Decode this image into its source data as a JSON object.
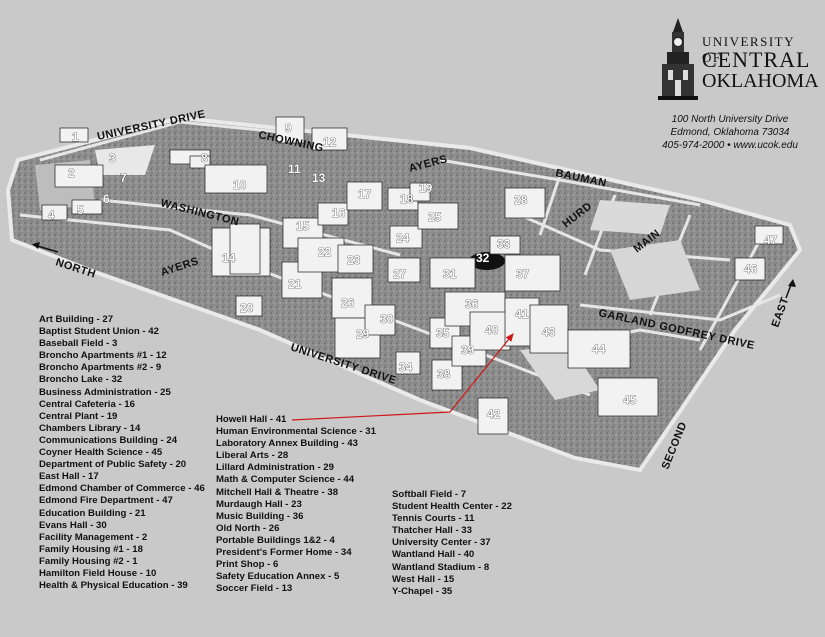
{
  "logo": {
    "line1": "UNIVERSITY OF",
    "line2": "CENTRAL",
    "line3": "OKLAHOMA"
  },
  "address": {
    "street": "100 North University Drive",
    "city": "Edmond, Oklahoma 73034",
    "contact": "405-974-2000 • www.ucok.edu"
  },
  "streets": {
    "university_drive_top": "UNIVERSITY DRIVE",
    "chowning": "CHOWNING",
    "ayers_top": "AYERS",
    "bauman": "BAUMAN",
    "washington": "WASHINGTON",
    "hurd": "HURD",
    "main": "MAIN",
    "north": "NORTH",
    "ayers_left": "AYERS",
    "east": "EAST",
    "garland_godfrey": "GARLAND GODFREY DRIVE",
    "university_drive_bottom": "UNIVERSITY DRIVE",
    "second": "SECOND"
  },
  "buildings": [
    {
      "num": "1"
    },
    {
      "num": "2"
    },
    {
      "num": "3"
    },
    {
      "num": "4"
    },
    {
      "num": "5"
    },
    {
      "num": "6"
    },
    {
      "num": "7"
    },
    {
      "num": "8"
    },
    {
      "num": "9"
    },
    {
      "num": "10"
    },
    {
      "num": "11"
    },
    {
      "num": "12"
    },
    {
      "num": "13"
    },
    {
      "num": "14"
    },
    {
      "num": "15"
    },
    {
      "num": "16"
    },
    {
      "num": "17"
    },
    {
      "num": "18"
    },
    {
      "num": "19"
    },
    {
      "num": "20"
    },
    {
      "num": "21"
    },
    {
      "num": "22"
    },
    {
      "num": "23"
    },
    {
      "num": "24"
    },
    {
      "num": "25"
    },
    {
      "num": "26"
    },
    {
      "num": "27"
    },
    {
      "num": "28"
    },
    {
      "num": "29"
    },
    {
      "num": "30"
    },
    {
      "num": "31"
    },
    {
      "num": "32"
    },
    {
      "num": "33"
    },
    {
      "num": "34"
    },
    {
      "num": "35"
    },
    {
      "num": "36"
    },
    {
      "num": "37"
    },
    {
      "num": "38"
    },
    {
      "num": "39"
    },
    {
      "num": "40"
    },
    {
      "num": "41"
    },
    {
      "num": "42"
    },
    {
      "num": "43"
    },
    {
      "num": "44"
    },
    {
      "num": "45"
    },
    {
      "num": "46"
    },
    {
      "num": "47"
    }
  ],
  "legend": {
    "col1": [
      "Art Building - 27",
      "Baptist Student Union - 42",
      "Baseball Field - 3",
      "Broncho Apartments #1 - 12",
      "Broncho Apartments #2 - 9",
      "Broncho Lake - 32",
      "Business Administration - 25",
      "Central Cafeteria - 16",
      "Central Plant - 19",
      "Chambers Library - 14",
      "Communications Building - 24",
      "Coyner Health Science - 45",
      "Department of Public Safety - 20",
      "East Hall - 17",
      "Edmond Chamber of Commerce - 46",
      "Edmond Fire Department - 47",
      "Education Building - 21",
      "Evans Hall - 30",
      "Facility Management - 2",
      "Family Housing #1 - 18",
      "Family Housing #2 - 1",
      "Hamilton Field House - 10",
      "Health & Physical Education - 39"
    ],
    "col2": [
      "Howell Hall - 41",
      "Human Environmental Science - 31",
      "Laboratory Annex Building - 43",
      "Liberal Arts - 28",
      "Lillard Administration - 29",
      "Math & Computer Science - 44",
      "Mitchell Hall & Theatre - 38",
      "Murdaugh Hall - 23",
      "Music Building - 36",
      "Old North - 26",
      "Portable Buildings 1&2 - 4",
      "President's Former Home - 34",
      "Print Shop - 6",
      "Safety Education Annex - 5",
      "Soccer Field - 13"
    ],
    "col3": [
      "Softball Field - 7",
      "Student Health Center - 22",
      "Tennis Courts - 11",
      "Thatcher Hall - 33",
      "University Center - 37",
      "Wantland Hall - 40",
      "Wantland Stadium - 8",
      "West Hall - 15",
      "Y-Chapel - 35"
    ]
  },
  "colors": {
    "background": "#c9c9c9",
    "ground": "#8a8a8a",
    "street": "#e2e2e2",
    "pointer": "#d01818"
  }
}
